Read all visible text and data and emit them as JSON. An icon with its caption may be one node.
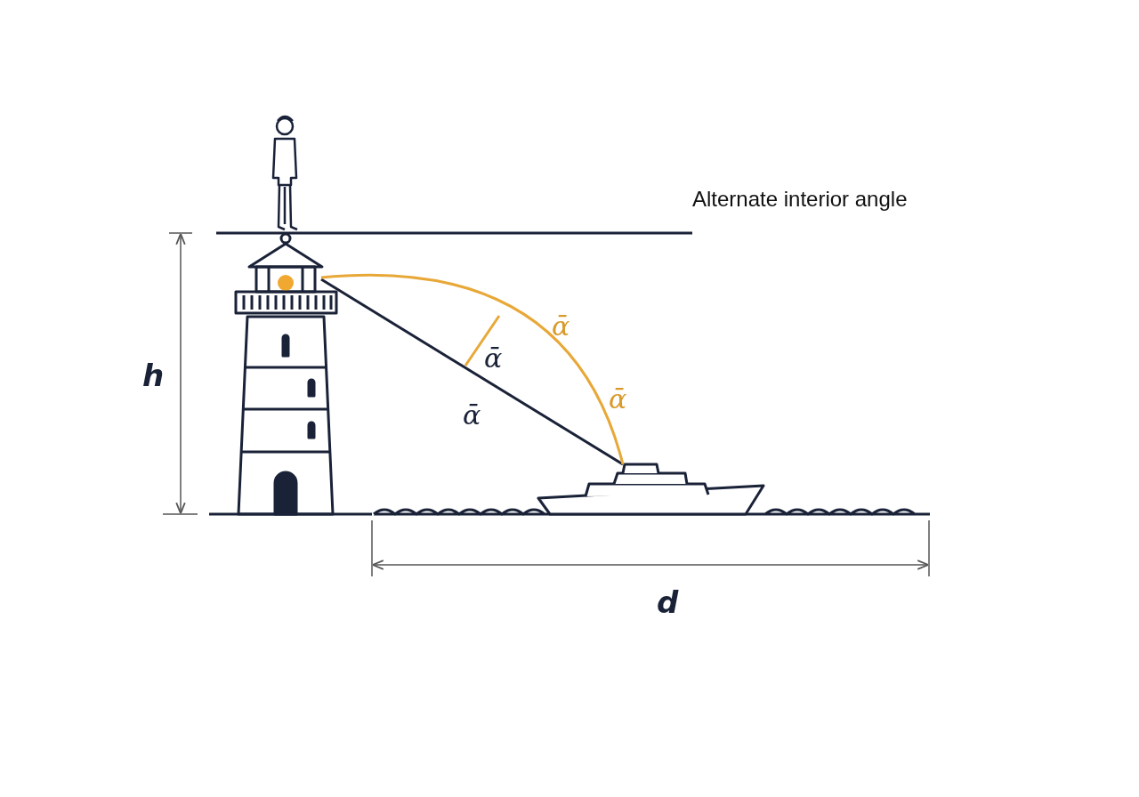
{
  "diagram": {
    "nodes": [
      {
        "text": [],
        "shape": "picture"
      },
      {
        "text": [],
        "shape": "picture"
      }
    ],
    "edges": [
      {
        "from": 0,
        "to": 1,
        "arrow": "none"
      },
      {
        "from": 0,
        "to": 1,
        "arrow": "none",
        "color": "#e8a838"
      }
    ],
    "labels": [
      "Alternate interior angle",
      "h",
      "ᾱ",
      "ᾱ",
      "ᾱ",
      "ᾱ",
      "d"
    ]
  }
}
